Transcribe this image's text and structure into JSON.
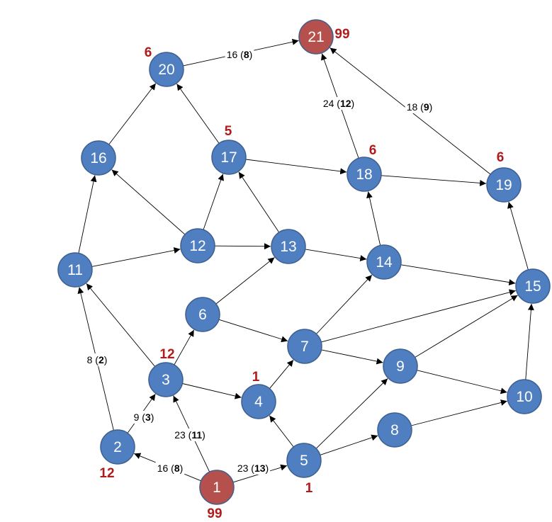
{
  "colors": {
    "node_fill": "#4f7fc0",
    "terminal_fill": "#b5504d",
    "annotation_red": "#b01a1a",
    "edge": "#000000"
  },
  "nodes": [
    {
      "id": "1",
      "label": "1",
      "terminal": true
    },
    {
      "id": "2",
      "label": "2"
    },
    {
      "id": "3",
      "label": "3"
    },
    {
      "id": "4",
      "label": "4"
    },
    {
      "id": "5",
      "label": "5"
    },
    {
      "id": "6",
      "label": "6"
    },
    {
      "id": "7",
      "label": "7"
    },
    {
      "id": "8",
      "label": "8"
    },
    {
      "id": "9",
      "label": "9"
    },
    {
      "id": "10",
      "label": "10"
    },
    {
      "id": "11",
      "label": "11"
    },
    {
      "id": "12",
      "label": "12"
    },
    {
      "id": "13",
      "label": "13"
    },
    {
      "id": "14",
      "label": "14"
    },
    {
      "id": "15",
      "label": "15"
    },
    {
      "id": "16",
      "label": "16"
    },
    {
      "id": "17",
      "label": "17"
    },
    {
      "id": "18",
      "label": "18"
    },
    {
      "id": "19",
      "label": "19"
    },
    {
      "id": "20",
      "label": "20"
    },
    {
      "id": "21",
      "label": "21",
      "terminal": true
    }
  ],
  "edges": [
    {
      "from": "1",
      "to": "2",
      "w": "16",
      "b": "8"
    },
    {
      "from": "1",
      "to": "3",
      "w": "23",
      "b": "11"
    },
    {
      "from": "1",
      "to": "5",
      "w": "23",
      "b": "13"
    },
    {
      "from": "2",
      "to": "3",
      "w": "9",
      "b": "3"
    },
    {
      "from": "2",
      "to": "11",
      "w": "8",
      "b": "2"
    },
    {
      "from": "3",
      "to": "11"
    },
    {
      "from": "3",
      "to": "6"
    },
    {
      "from": "3",
      "to": "4"
    },
    {
      "from": "4",
      "to": "7"
    },
    {
      "from": "5",
      "to": "4"
    },
    {
      "from": "5",
      "to": "9"
    },
    {
      "from": "5",
      "to": "8"
    },
    {
      "from": "6",
      "to": "13"
    },
    {
      "from": "6",
      "to": "7"
    },
    {
      "from": "7",
      "to": "14"
    },
    {
      "from": "7",
      "to": "15"
    },
    {
      "from": "7",
      "to": "9"
    },
    {
      "from": "8",
      "to": "10"
    },
    {
      "from": "9",
      "to": "15"
    },
    {
      "from": "9",
      "to": "10"
    },
    {
      "from": "10",
      "to": "15"
    },
    {
      "from": "11",
      "to": "16"
    },
    {
      "from": "11",
      "to": "12"
    },
    {
      "from": "12",
      "to": "16"
    },
    {
      "from": "12",
      "to": "17"
    },
    {
      "from": "12",
      "to": "13"
    },
    {
      "from": "13",
      "to": "17"
    },
    {
      "from": "13",
      "to": "14"
    },
    {
      "from": "14",
      "to": "18"
    },
    {
      "from": "14",
      "to": "15"
    },
    {
      "from": "15",
      "to": "19"
    },
    {
      "from": "16",
      "to": "20"
    },
    {
      "from": "17",
      "to": "20"
    },
    {
      "from": "17",
      "to": "18"
    },
    {
      "from": "18",
      "to": "21",
      "w": "24",
      "b": "12"
    },
    {
      "from": "18",
      "to": "19"
    },
    {
      "from": "19",
      "to": "21",
      "w": "18",
      "b": "9"
    },
    {
      "from": "20",
      "to": "21",
      "w": "16",
      "b": "8"
    }
  ],
  "annotations": [
    {
      "node": "1",
      "text": "99"
    },
    {
      "node": "2",
      "text": "12"
    },
    {
      "node": "3",
      "text": "12"
    },
    {
      "node": "4",
      "text": "1"
    },
    {
      "node": "5",
      "text": "1"
    },
    {
      "node": "17",
      "text": "5"
    },
    {
      "node": "18",
      "text": "6"
    },
    {
      "node": "19",
      "text": "6"
    },
    {
      "node": "20",
      "text": "6"
    },
    {
      "node": "21",
      "text": "99"
    }
  ]
}
